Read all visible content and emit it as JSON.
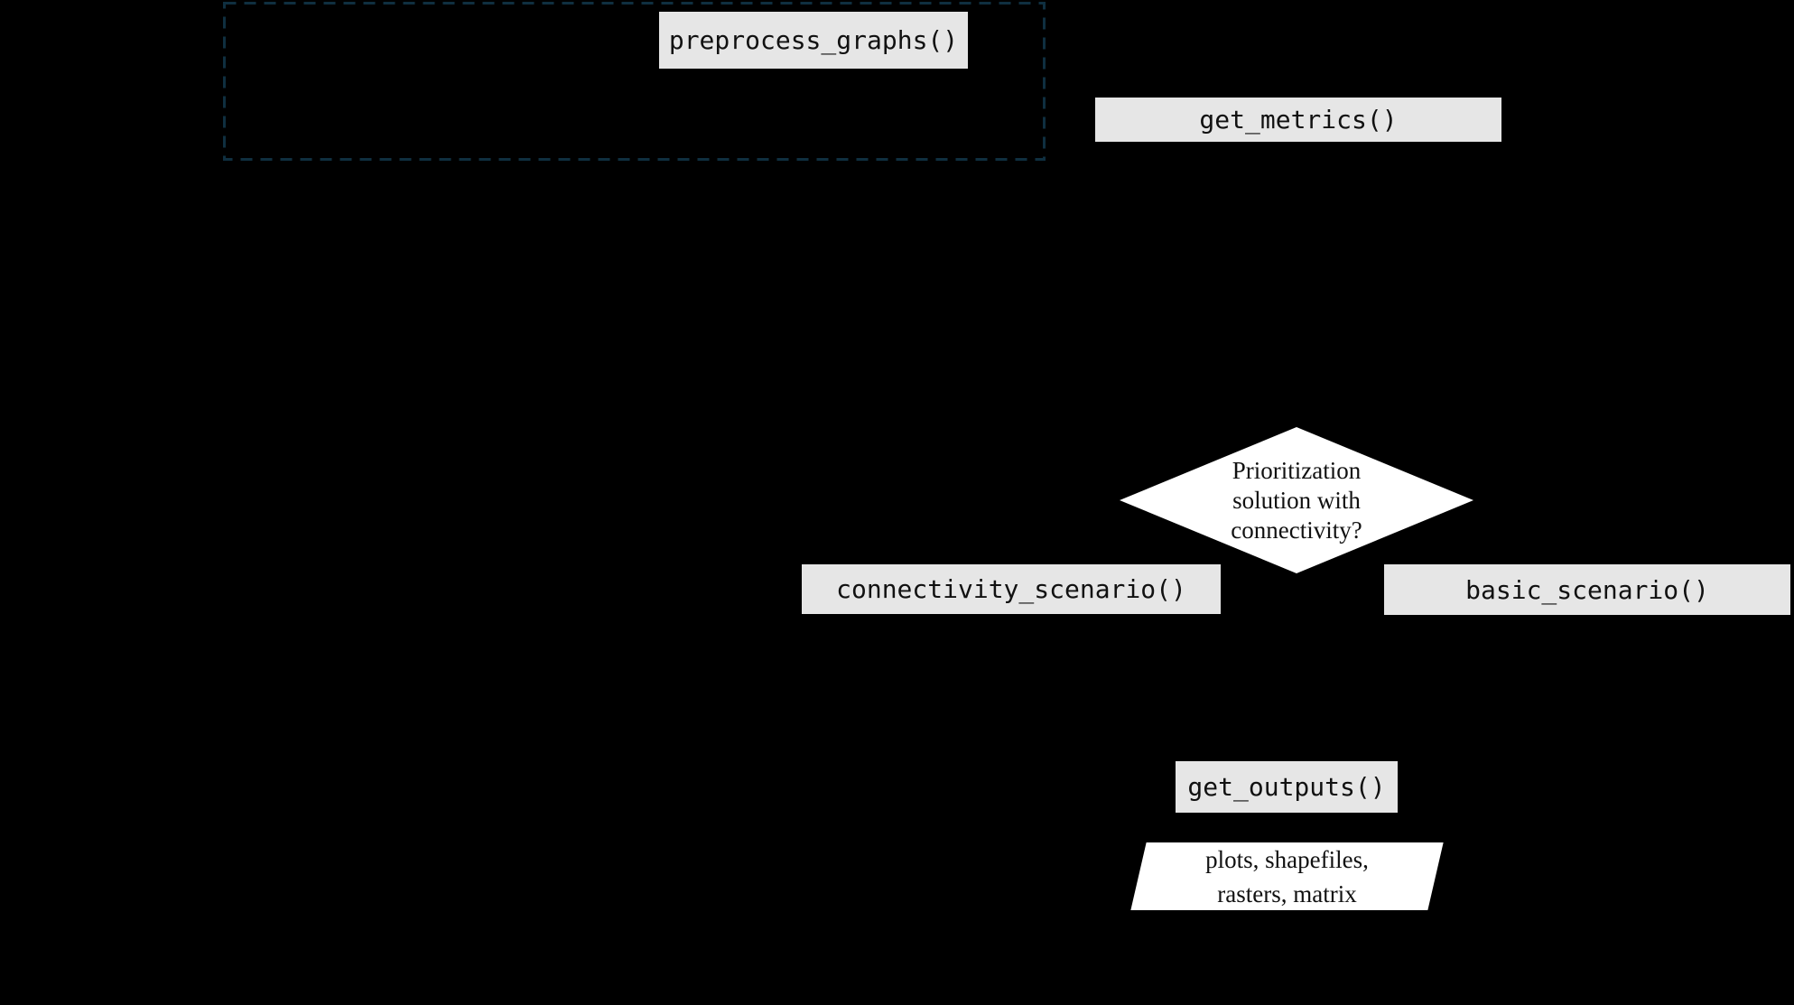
{
  "colors": {
    "background": "#000000",
    "function_box_fill": "#e6e6e6",
    "shape_fill": "#ffffff",
    "text": "#111111",
    "dashed_border": "#0f2f40"
  },
  "nodes": {
    "preprocess_graphs": {
      "label": "preprocess_graphs()"
    },
    "get_metrics": {
      "label": "get_metrics()"
    },
    "decision": {
      "lines": [
        "Prioritization",
        "solution with",
        "connectivity?"
      ]
    },
    "connectivity_scenario": {
      "label": "connectivity_scenario()"
    },
    "basic_scenario": {
      "label": "basic_scenario()"
    },
    "get_outputs": {
      "label": "get_outputs()"
    },
    "outputs": {
      "lines": [
        "plots, shapefiles,",
        "rasters, matrix"
      ]
    }
  }
}
